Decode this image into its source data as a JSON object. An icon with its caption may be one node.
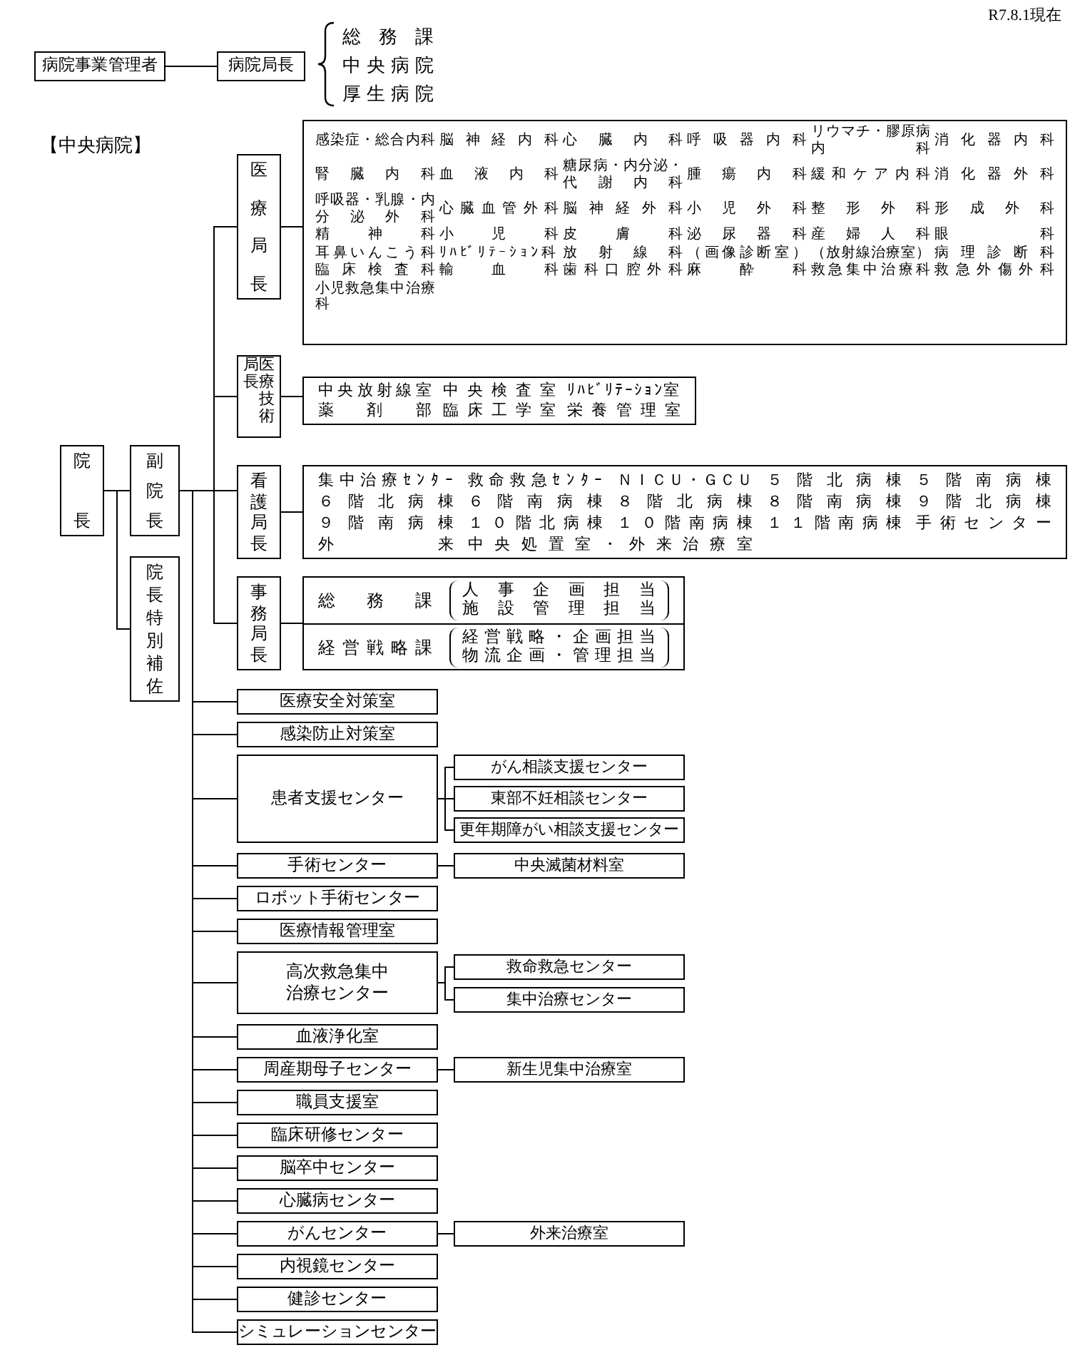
{
  "diagram": {
    "nodes": [
      {
        "text": [
          "病院事業管理者"
        ]
      },
      {
        "text": [
          "病院局長"
        ]
      },
      {
        "text": [
          "院長"
        ]
      },
      {
        "text": [
          "副院長"
        ]
      },
      {
        "text": [
          "院長特別補佐"
        ]
      },
      {
        "text": [
          "医療局長"
        ]
      },
      {
        "text": [
          "感染症・総合内科",
          "脳神経内科",
          "心臓内科",
          "呼吸器内科",
          "リウマチ・膠原病内科",
          "消化器内科",
          "腎臓内科",
          "血液内科",
          "糖尿病・内分泌・代謝内科",
          "腫瘍内科",
          "緩和ケア内科",
          "消化器外科",
          "呼吸器・乳腺・内分泌外科",
          "心臓血管外科",
          "脳神経外科",
          "小児外科",
          "整形外科",
          "形成外科",
          "精神科",
          "小児科",
          "皮膚科",
          "泌尿器科",
          "産婦人科",
          "眼科",
          "耳鼻いんこう科",
          "ﾘﾊﾋﾞﾘﾃｰｼｮﾝ科",
          "放射線科",
          "（画像診断室）",
          "（放射線治療室）",
          "病理診断科",
          "臨床検査科",
          "輸血科",
          "歯科口腔外科",
          "麻酔科",
          "救急集中治療科",
          "救急外傷外科",
          "小児救急集中治療科"
        ]
      },
      {
        "text": [
          "医療技術局長"
        ]
      },
      {
        "text": [
          "中央放射線室",
          "中央検査室",
          "ﾘﾊﾋﾞﾘﾃｰｼｮﾝ室",
          "薬剤部",
          "臨床工学室",
          "栄養管理室"
        ]
      },
      {
        "text": [
          "看護局長"
        ]
      },
      {
        "text": [
          "集中治療ｾﾝﾀｰ",
          "救命救急ｾﾝﾀｰ",
          "ＮＩＣＵ・ＧＣＵ",
          "５階北病棟",
          "５階南病棟",
          "６階北病棟",
          "６階南病棟",
          "８階北病棟",
          "８階南病棟",
          "９階北病棟",
          "９階南病棟",
          "１０階北病棟",
          "１０階南病棟",
          "１１階南病棟",
          "手術センター",
          "外来",
          "中央処置室・外来治療室"
        ]
      },
      {
        "text": [
          "事務局長"
        ]
      },
      {
        "text": [],
        "shape": "box"
      },
      {
        "text": [
          "総務課",
          "人事企画担当",
          "施設管理担当"
        ],
        "in": 12
      },
      {
        "text": [
          "経営戦略課",
          "経営戦略・企画担当",
          "物流企画・管理担当"
        ],
        "in": 12
      },
      {
        "text": [
          "医療安全対策室"
        ]
      },
      {
        "text": [
          "感染防止対策室"
        ]
      },
      {
        "text": [
          "患者支援センター"
        ]
      },
      {
        "text": [
          "がん相談支援センター"
        ]
      },
      {
        "text": [
          "東部不妊相談センター"
        ]
      },
      {
        "text": [
          "更年期障がい相談支援センター"
        ]
      },
      {
        "text": [
          "手術センター"
        ]
      },
      {
        "text": [
          "中央滅菌材料室"
        ]
      },
      {
        "text": [
          "ロボット手術センター"
        ]
      },
      {
        "text": [
          "医療情報管理室"
        ]
      },
      {
        "text": [
          "高次救急集中治療センター"
        ]
      },
      {
        "text": [
          "救命救急センター"
        ]
      },
      {
        "text": [
          "集中治療センター"
        ]
      },
      {
        "text": [
          "血液浄化室"
        ]
      },
      {
        "text": [
          "周産期母子センター"
        ]
      },
      {
        "text": [
          "新生児集中治療室"
        ]
      },
      {
        "text": [
          "職員支援室"
        ]
      },
      {
        "text": [
          "臨床研修センター"
        ]
      },
      {
        "text": [
          "脳卒中センター"
        ]
      },
      {
        "text": [
          "心臓病センター"
        ]
      },
      {
        "text": [
          "がんセンター"
        ]
      },
      {
        "text": [
          "外来治療室"
        ]
      },
      {
        "text": [
          "内視鏡センター"
        ]
      },
      {
        "text": [
          "健診センター"
        ]
      },
      {
        "text": [
          "シミュレーションセンター"
        ]
      }
    ],
    "edges": [
      {
        "from": 0,
        "to": 1,
        "arrow": "none"
      },
      {
        "from": 2,
        "to": 3,
        "arrow": "none"
      },
      {
        "from": 2,
        "to": 4,
        "arrow": "none"
      },
      {
        "from": 3,
        "to": 5,
        "arrow": "none"
      },
      {
        "from": 3,
        "to": 7,
        "arrow": "none"
      },
      {
        "from": 3,
        "to": 9,
        "arrow": "none"
      },
      {
        "from": 3,
        "to": 11,
        "arrow": "none"
      },
      {
        "from": 5,
        "to": 6,
        "arrow": "none"
      },
      {
        "from": 7,
        "to": 8,
        "arrow": "none"
      },
      {
        "from": 9,
        "to": 10,
        "arrow": "none"
      },
      {
        "from": 11,
        "to": 12,
        "arrow": "none"
      },
      {
        "from": 3,
        "to": 15,
        "arrow": "none"
      },
      {
        "from": 3,
        "to": 16,
        "arrow": "none"
      },
      {
        "from": 3,
        "to": 17,
        "arrow": "none"
      },
      {
        "from": 17,
        "to": 18,
        "arrow": "none"
      },
      {
        "from": 17,
        "to": 19,
        "arrow": "none"
      },
      {
        "from": 17,
        "to": 20,
        "arrow": "none"
      },
      {
        "from": 3,
        "to": 21,
        "arrow": "none"
      },
      {
        "from": 21,
        "to": 22,
        "arrow": "none"
      },
      {
        "from": 3,
        "to": 23,
        "arrow": "none"
      },
      {
        "from": 3,
        "to": 24,
        "arrow": "none"
      },
      {
        "from": 3,
        "to": 25,
        "arrow": "none"
      },
      {
        "from": 25,
        "to": 26,
        "arrow": "none"
      },
      {
        "from": 25,
        "to": 27,
        "arrow": "none"
      },
      {
        "from": 3,
        "to": 28,
        "arrow": "none"
      },
      {
        "from": 3,
        "to": 29,
        "arrow": "none"
      },
      {
        "from": 29,
        "to": 30,
        "arrow": "none"
      },
      {
        "from": 3,
        "to": 31,
        "arrow": "none"
      },
      {
        "from": 3,
        "to": 32,
        "arrow": "none"
      },
      {
        "from": 3,
        "to": 33,
        "arrow": "none"
      },
      {
        "from": 3,
        "to": 34,
        "arrow": "none"
      },
      {
        "from": 3,
        "to": 35,
        "arrow": "none"
      },
      {
        "from": 35,
        "to": 36,
        "arrow": "none"
      },
      {
        "from": 3,
        "to": 37,
        "arrow": "none"
      },
      {
        "from": 3,
        "to": 38,
        "arrow": "none"
      },
      {
        "from": 3,
        "to": 39,
        "arrow": "none"
      }
    ],
    "labels": [
      "R7.8.1現在",
      "総務課",
      "中央病院",
      "厚生病院",
      "【中央病院】"
    ]
  }
}
